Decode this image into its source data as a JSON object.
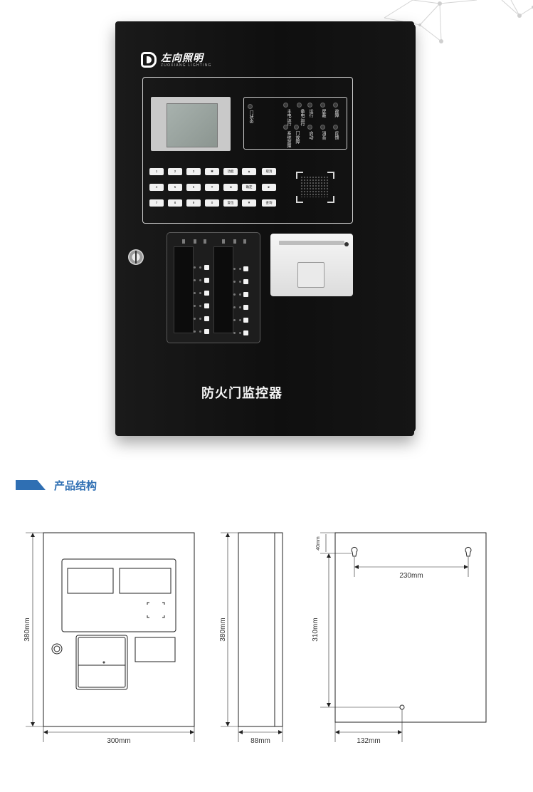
{
  "product": {
    "brand_name": "左向照明",
    "brand_subtitle": "ZUOXIANG LIGHTING",
    "front_label": "防火门监控器"
  },
  "indicators": [
    {
      "id": "door-status",
      "label": "门状态"
    },
    {
      "id": "main-power",
      "label": "主电运行"
    },
    {
      "id": "backup-power",
      "label": "备电运行"
    },
    {
      "id": "running",
      "label": "运行"
    },
    {
      "id": "mask",
      "label": "屏蔽"
    },
    {
      "id": "fault",
      "label": "故障"
    },
    {
      "id": "system-fault",
      "label": "系统故障"
    },
    {
      "id": "door-fault",
      "label": "门故障"
    },
    {
      "id": "start",
      "label": "启动"
    },
    {
      "id": "silence",
      "label": "消音"
    },
    {
      "id": "feedback",
      "label": "反馈"
    }
  ],
  "keypad": {
    "keys": [
      "1",
      "2",
      "3",
      "✱",
      "功能",
      "▲",
      "取消",
      "4",
      "5",
      "6",
      "#",
      "◄",
      "确定",
      "►",
      "7",
      "8",
      "9",
      "0",
      "复位",
      "▼",
      "查询"
    ]
  },
  "section": {
    "title": "产品结构"
  },
  "dimensions": {
    "front_width": "300mm",
    "front_height": "380mm",
    "side_depth": "88mm",
    "side_height": "380mm",
    "back_hole_spacing": "230mm",
    "back_hole_offset_top": "40mm",
    "back_height": "310mm",
    "back_bottom_offset": "132mm"
  },
  "colors": {
    "accent": "#2f6fb3",
    "cabinet": "#121212"
  }
}
